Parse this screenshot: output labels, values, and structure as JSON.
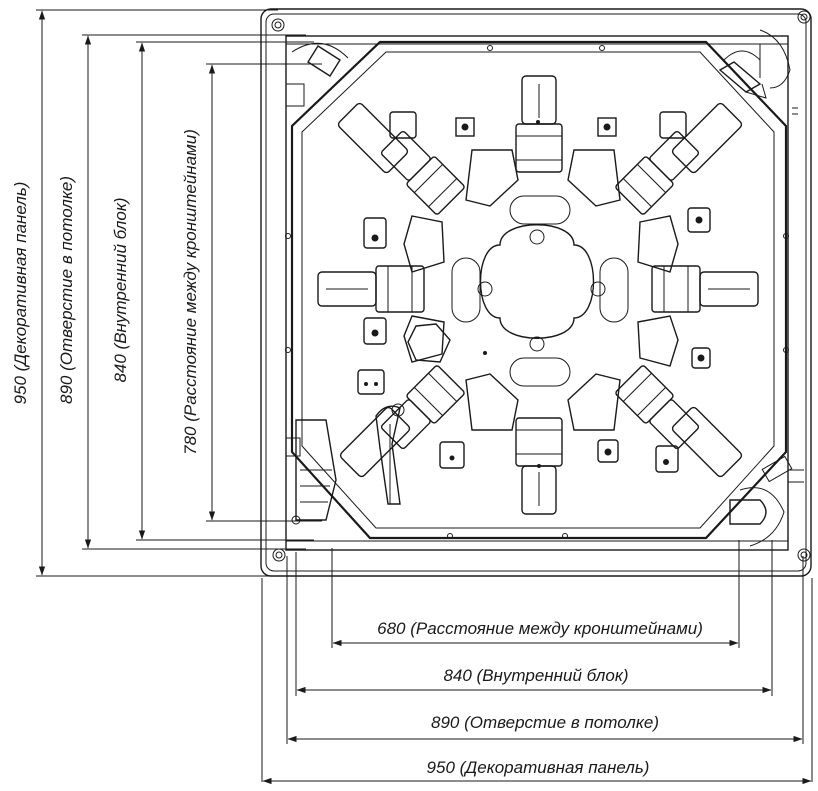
{
  "dimensions": {
    "vertical": {
      "decor_panel": "950 (Декоративная панель)",
      "ceiling_hole": "890 (Отверстие в потолке)",
      "indoor_unit": "840 (Внутренний блок)",
      "bracket_distance": "780 (Расстояние между кронштейнами)"
    },
    "horizontal": {
      "bracket_distance": "680 (Расстояние между кронштейнами)",
      "indoor_unit": "840 (Внутренний блок)",
      "ceiling_hole": "890 (Отверстие в потолке)",
      "decor_panel": "950 (Декоративная панель)"
    }
  },
  "colors": {
    "line": "#1a1a1a",
    "background": "#ffffff"
  }
}
